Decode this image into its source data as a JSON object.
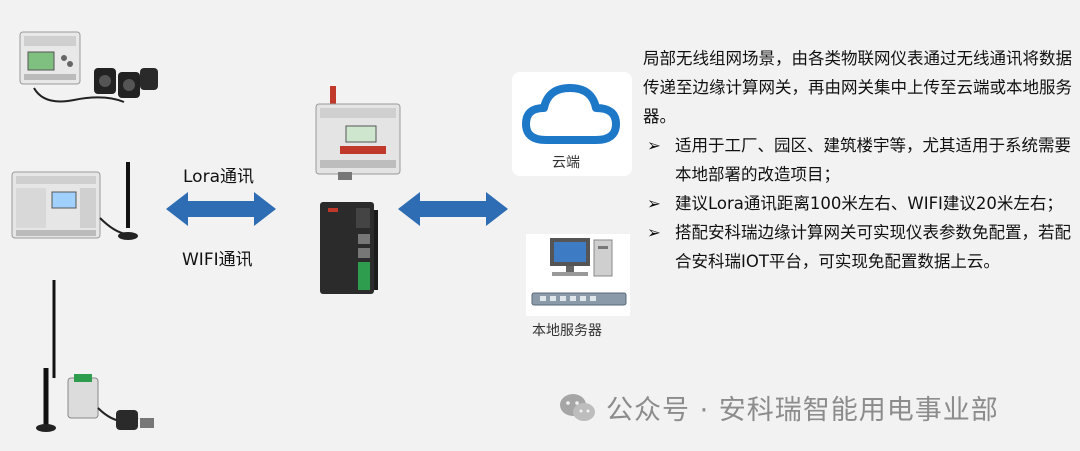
{
  "links": {
    "lora_label": "Lora通讯",
    "wifi_label": "WIFI通讯"
  },
  "nodes": {
    "cloud_label": "云端",
    "server_label": "本地服务器"
  },
  "description": {
    "intro": "局部无线组网场景，由各类物联网仪表通过无线通讯将数据传递至边缘计算网关，再由网关集中上传至云端或本地服务器。",
    "bullet_marker": "➢",
    "bullets": [
      "适用于工厂、园区、建筑楼宇等，尤其适用于系统需要本地部署的改造项目；",
      "建议Lora通讯距离100米左右、WIFI建议20米左右；",
      "搭配安科瑞边缘计算网关可实现仪表参数免配置，若配合安科瑞IOT平台，可实现免配置数据上云。"
    ]
  },
  "watermark": {
    "text": "公众号 · 安科瑞智能用电事业部"
  },
  "colors": {
    "arrow": "#2e6db4",
    "cloud": "#1e78c8",
    "background": "#f2f2f2"
  }
}
